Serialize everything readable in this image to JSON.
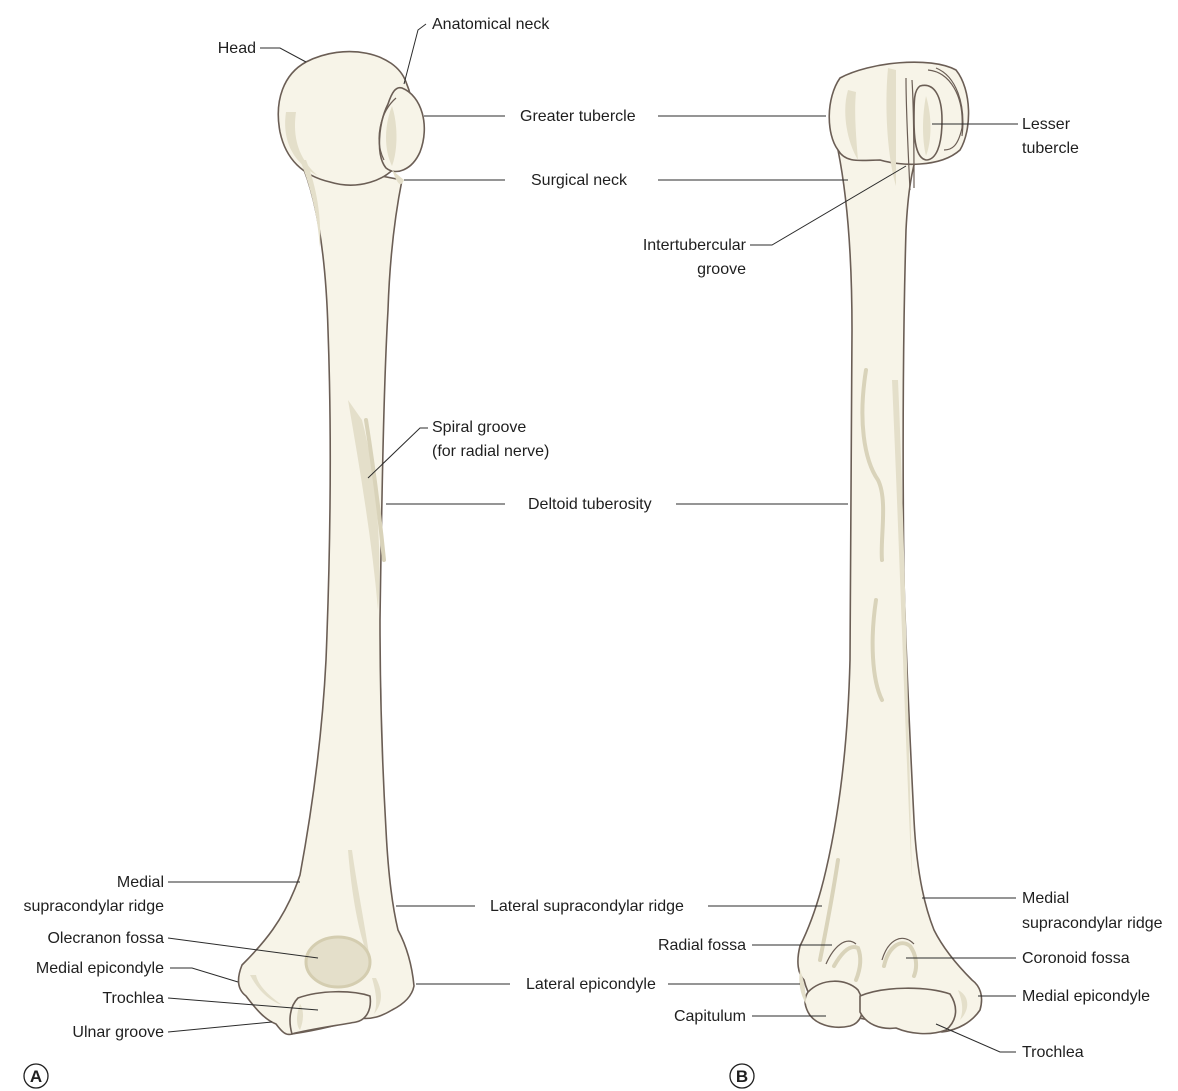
{
  "views": {
    "a": {
      "letter": "A"
    },
    "b": {
      "letter": "B"
    }
  },
  "labels": {
    "a": {
      "head": "Head",
      "anatomical_neck": "Anatomical neck",
      "greater_tubercle": "Greater tubercle",
      "surgical_neck": "Surgical neck",
      "spiral_groove_1": "Spiral groove",
      "spiral_groove_2": "(for radial nerve)",
      "deltoid_tuberosity": "Deltoid tuberosity",
      "medial_supracondylar_1": "Medial",
      "medial_supracondylar_2": "supracondylar ridge",
      "lateral_supracondylar": "Lateral supracondylar ridge",
      "olecranon_fossa": "Olecranon fossa",
      "medial_epicondyle": "Medial epicondyle",
      "lateral_epicondyle": "Lateral epicondyle",
      "trochlea": "Trochlea",
      "ulnar_groove": "Ulnar groove"
    },
    "b": {
      "lesser_tubercle_1": "Lesser",
      "lesser_tubercle_2": "tubercle",
      "intertubercular_1": "Intertubercular",
      "intertubercular_2": "groove",
      "medial_supracondylar_1": "Medial",
      "medial_supracondylar_2": "supracondylar ridge",
      "radial_fossa": "Radial fossa",
      "coronoid_fossa": "Coronoid fossa",
      "medial_epicondyle": "Medial epicondyle",
      "capitulum": "Capitulum",
      "trochlea": "Trochlea"
    }
  },
  "colors": {
    "bone_fill": "#f7f4e8",
    "bone_shade": "#e4dfca",
    "outline": "#6b5e55",
    "leader": "#2b2b2b"
  }
}
